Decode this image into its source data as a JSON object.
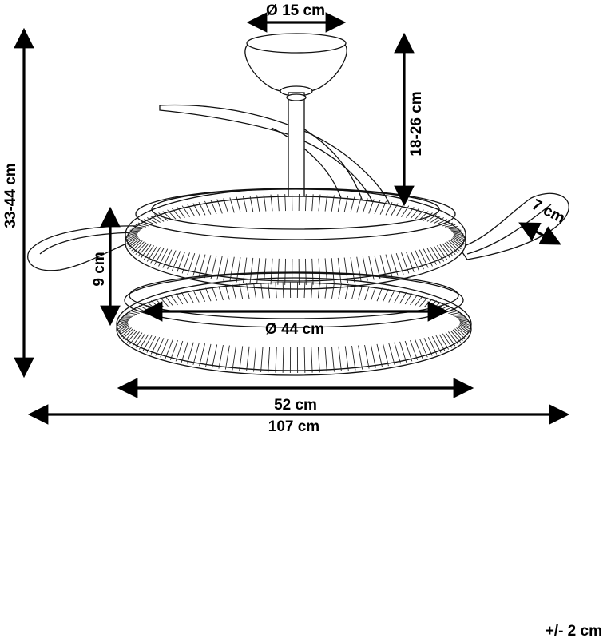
{
  "dimensions": {
    "canopy_diameter": "Ø 15 cm",
    "rod_length": "18-26 cm",
    "total_height": "33-44 cm",
    "blade_width": "7 cm",
    "ring_height": "9 cm",
    "inner_diameter": "Ø 44 cm",
    "ring_width": "52 cm",
    "span_width": "107 cm"
  },
  "tolerance": "+/- 2 cm",
  "colors": {
    "line": "#111111",
    "background": "#ffffff"
  }
}
